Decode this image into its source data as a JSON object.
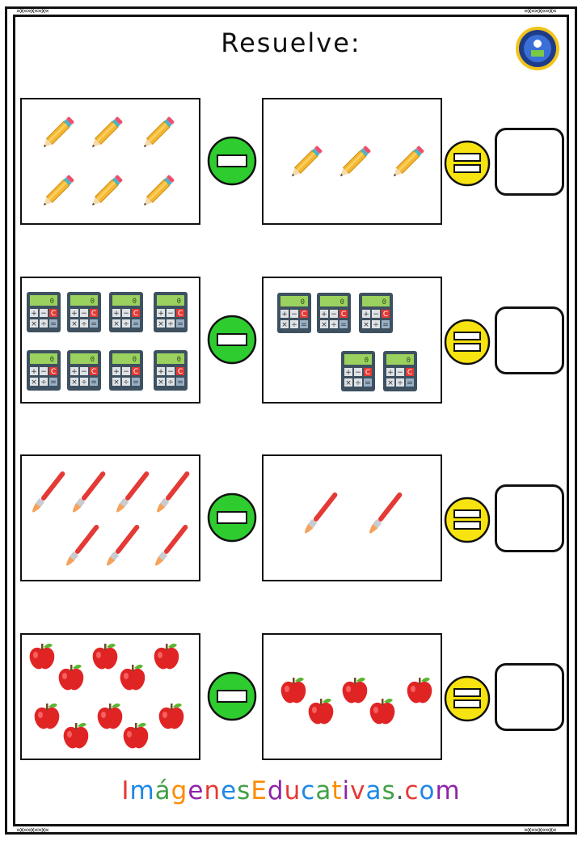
{
  "title": "Resuelve:",
  "logo": {
    "icon": "school-badge-icon"
  },
  "colors": {
    "minus_circle": "#2ecc2e",
    "equals_circle": "#f7e30f",
    "pencil_body": "#f5b731",
    "calculator_body": "#3e5160",
    "calculator_screen": "#9bd15e",
    "brush_handle": "#e53935",
    "apple": "#e02424"
  },
  "rows": [
    {
      "item_icon": "pencil-icon",
      "left_count": 6,
      "right_count": 3
    },
    {
      "item_icon": "calculator-icon",
      "left_count": 8,
      "right_count": 5,
      "screen_digit": "0"
    },
    {
      "item_icon": "paintbrush-icon",
      "left_count": 7,
      "right_count": 2
    },
    {
      "item_icon": "apple-icon",
      "left_count": 10,
      "right_count": 5
    }
  ],
  "operators": {
    "minus": "minus-sign-icon",
    "equals": "equals-sign-icon"
  },
  "footer": {
    "letters": [
      "I",
      "m",
      "á",
      "g",
      "e",
      "n",
      "e",
      "s",
      "E",
      "d",
      "u",
      "c",
      "a",
      "t",
      "i",
      "v",
      "a",
      "s",
      ".",
      "c",
      "o",
      "m"
    ],
    "letter_colors": [
      "#e53935",
      "#1e88e5",
      "#43a047",
      "#fb8c00",
      "#8e24aa",
      "#e53935",
      "#1e88e5",
      "#43a047",
      "#fb8c00",
      "#8e24aa",
      "#e53935",
      "#1e88e5",
      "#43a047",
      "#fb8c00",
      "#8e24aa",
      "#e53935",
      "#1e88e5",
      "#43a047",
      "#555555",
      "#e53935",
      "#1e88e5",
      "#8e24aa"
    ]
  }
}
